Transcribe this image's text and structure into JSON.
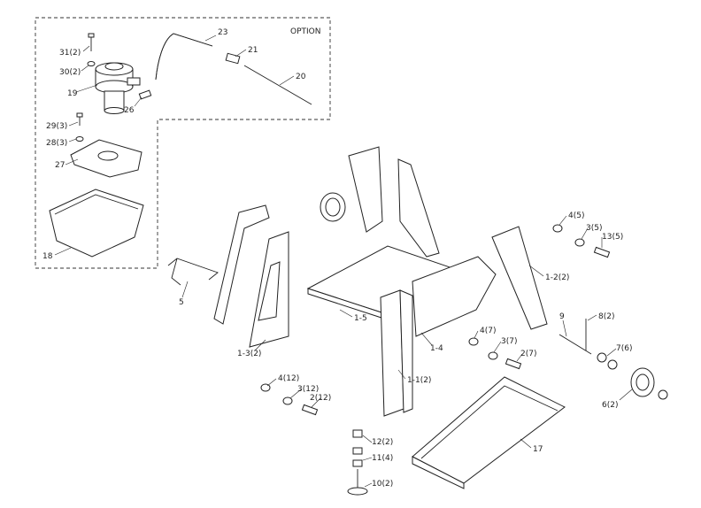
{
  "option_label": "OPTION",
  "labels": [
    {
      "id": "p31",
      "text": "31(2)"
    },
    {
      "id": "p30",
      "text": "30(2)"
    },
    {
      "id": "p19",
      "text": "19"
    },
    {
      "id": "p26",
      "text": "26"
    },
    {
      "id": "p23",
      "text": "23"
    },
    {
      "id": "p21",
      "text": "21"
    },
    {
      "id": "p20",
      "text": "20"
    },
    {
      "id": "p29",
      "text": "29(3)"
    },
    {
      "id": "p28",
      "text": "28(3)"
    },
    {
      "id": "p27",
      "text": "27"
    },
    {
      "id": "p18",
      "text": "18"
    },
    {
      "id": "p5",
      "text": "5"
    },
    {
      "id": "p1_3",
      "text": "1-3(2)"
    },
    {
      "id": "p1_5",
      "text": "1-5"
    },
    {
      "id": "p1_4",
      "text": "1-4"
    },
    {
      "id": "p1_1",
      "text": "1-1(2)"
    },
    {
      "id": "p1_2",
      "text": "1-2(2)"
    },
    {
      "id": "p4_5",
      "text": "4(5)"
    },
    {
      "id": "p3_5",
      "text": "3(5)"
    },
    {
      "id": "p13_5",
      "text": "13(5)"
    },
    {
      "id": "p4_7",
      "text": "4(7)"
    },
    {
      "id": "p3_7",
      "text": "3(7)"
    },
    {
      "id": "p2_7",
      "text": "2(7)"
    },
    {
      "id": "p9",
      "text": "9"
    },
    {
      "id": "p8_2",
      "text": "8(2)"
    },
    {
      "id": "p7_6",
      "text": "7(6)"
    },
    {
      "id": "p6_2",
      "text": "6(2)"
    },
    {
      "id": "p4_12",
      "text": "4(12)"
    },
    {
      "id": "p3_12",
      "text": "3(12)"
    },
    {
      "id": "p2_12",
      "text": "2(12)"
    },
    {
      "id": "p12_2",
      "text": "12(2)"
    },
    {
      "id": "p11_4",
      "text": "11(4)"
    },
    {
      "id": "p10_2",
      "text": "10(2)"
    },
    {
      "id": "p17",
      "text": "17"
    }
  ]
}
